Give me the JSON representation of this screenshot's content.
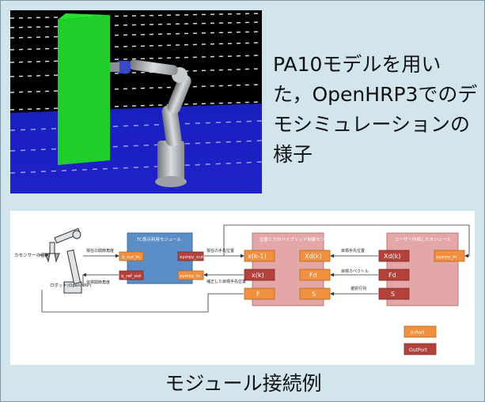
{
  "top_caption": "PA10モデルを用いた，OpenHRP3でのデモシミュレーションの様子",
  "bottom_caption": "モジュール接続例",
  "diagram": {
    "sensor_label": "カセンサーの値",
    "robot_label": "ロボット(OpenHRP)",
    "sim_block_title": "TC表示利用モジュール",
    "sim_in_1": "q_cur_in",
    "sim_out_1": "xyzrpy_out",
    "sim_in_2": "q_ref_out",
    "sim_out_2": "xyzrpy_in",
    "hybrid_block_title": "位置と力のハイブリッド制御モジュール",
    "hybrid_port_1": "x(k-1)",
    "hybrid_port_2": "Xd(k)",
    "hybrid_port_3": "x(k)",
    "hybrid_port_4": "Fd",
    "hybrid_port_5": "F",
    "hybrid_port_6": "S",
    "user_block_title": "ユーザー作成したモジュール",
    "user_port_1": "Xd(k)",
    "user_port_2": "xyzrpy_in",
    "user_port_3": "Fd",
    "user_port_4": "S",
    "edge_label_1": "現在の関節角度",
    "edge_label_2": "現在の手先位置",
    "edge_label_3": "目標手先位置",
    "edge_label_4": "補正した目標手先位置",
    "edge_label_5": "目標関節角度",
    "edge_label_6": "目標カベクトル",
    "edge_label_7": "選択行列",
    "legend_in": "InPort",
    "legend_out": "OutPort"
  }
}
